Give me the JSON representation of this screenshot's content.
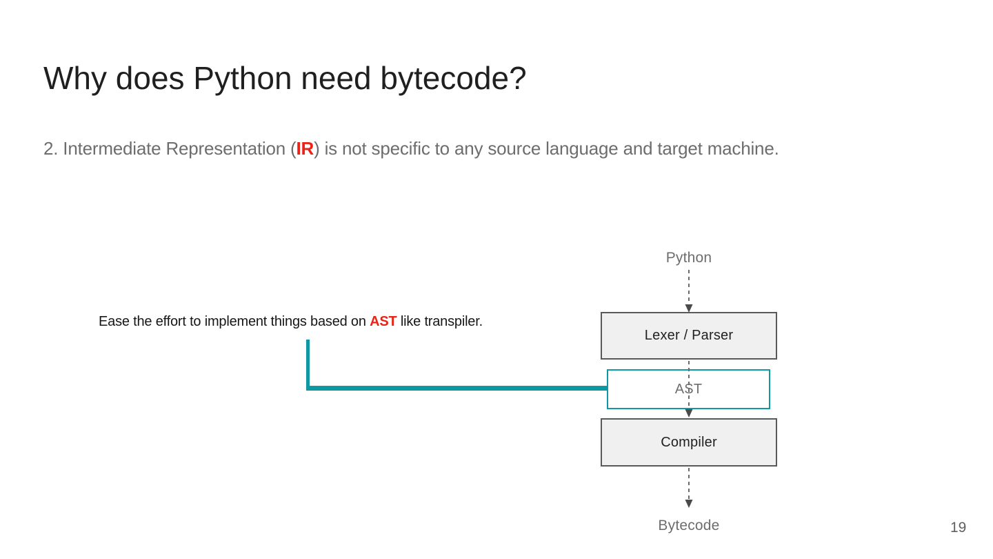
{
  "slide": {
    "title": "Why does Python need bytecode?",
    "subtitle": {
      "prefix": "2. Intermediate Representation (",
      "highlight": "IR",
      "suffix": ") is not specific to any source language and target machine."
    },
    "annotation": {
      "prefix": "Ease the effort to implement things based on ",
      "highlight": "AST",
      "suffix": " like transpiler."
    },
    "page_number": "19"
  },
  "diagram": {
    "input_label": "Python",
    "nodes": {
      "lexer_parser": "Lexer / Parser",
      "ast": "AST",
      "compiler": "Compiler"
    },
    "output_label": "Bytecode"
  },
  "icons": {
    "dashed_arrow": "dashed-arrow-down-icon"
  },
  "colors": {
    "accent_teal": "#0f98a2",
    "highlight_red": "#ea2317",
    "box_fill": "#f0f0f0",
    "box_border": "#58595b",
    "muted_text": "#6d6d6d"
  }
}
